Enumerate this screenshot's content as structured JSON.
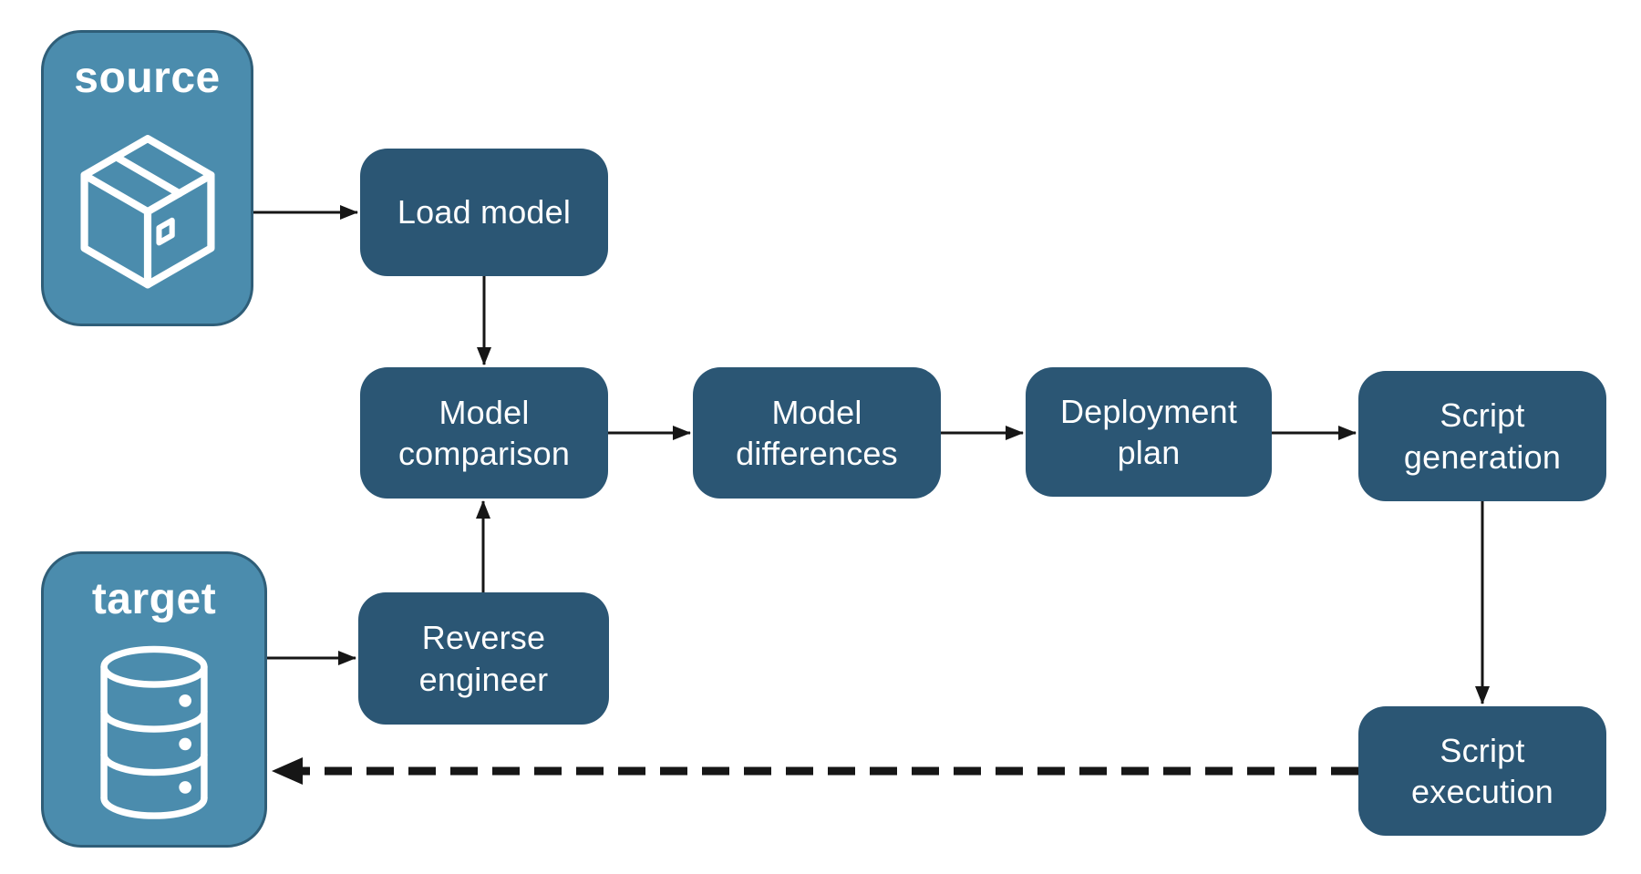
{
  "nodes": {
    "source": {
      "label": "source",
      "icon": "package-icon"
    },
    "target": {
      "label": "target",
      "icon": "database-icon"
    },
    "load_model": {
      "label": "Load model"
    },
    "model_comparison": {
      "label": "Model\ncomparison"
    },
    "model_differences": {
      "label": "Model\ndifferences"
    },
    "deployment_plan": {
      "label": "Deployment\nplan"
    },
    "script_generation": {
      "label": "Script\ngeneration"
    },
    "reverse_engineer": {
      "label": "Reverse\nengineer"
    },
    "script_execution": {
      "label": "Script\nexecution"
    }
  },
  "connectors": [
    {
      "from": "source",
      "to": "Load model",
      "style": "solid"
    },
    {
      "from": "Load model",
      "to": "Model comparison",
      "style": "solid"
    },
    {
      "from": "Model comparison",
      "to": "Model differences",
      "style": "solid"
    },
    {
      "from": "Model differences",
      "to": "Deployment plan",
      "style": "solid"
    },
    {
      "from": "Deployment plan",
      "to": "Script generation",
      "style": "solid"
    },
    {
      "from": "Script generation",
      "to": "Script execution",
      "style": "solid"
    },
    {
      "from": "target",
      "to": "Reverse engineer",
      "style": "solid"
    },
    {
      "from": "Reverse engineer",
      "to": "Model comparison",
      "style": "solid"
    },
    {
      "from": "Script execution",
      "to": "target",
      "style": "dashed"
    }
  ],
  "colors": {
    "background": "#ffffff",
    "endpoint_fill": "#4b8cad",
    "endpoint_border": "#2f5e78",
    "process_fill": "#2b5674",
    "text": "#ffffff",
    "connector": "#161616"
  }
}
